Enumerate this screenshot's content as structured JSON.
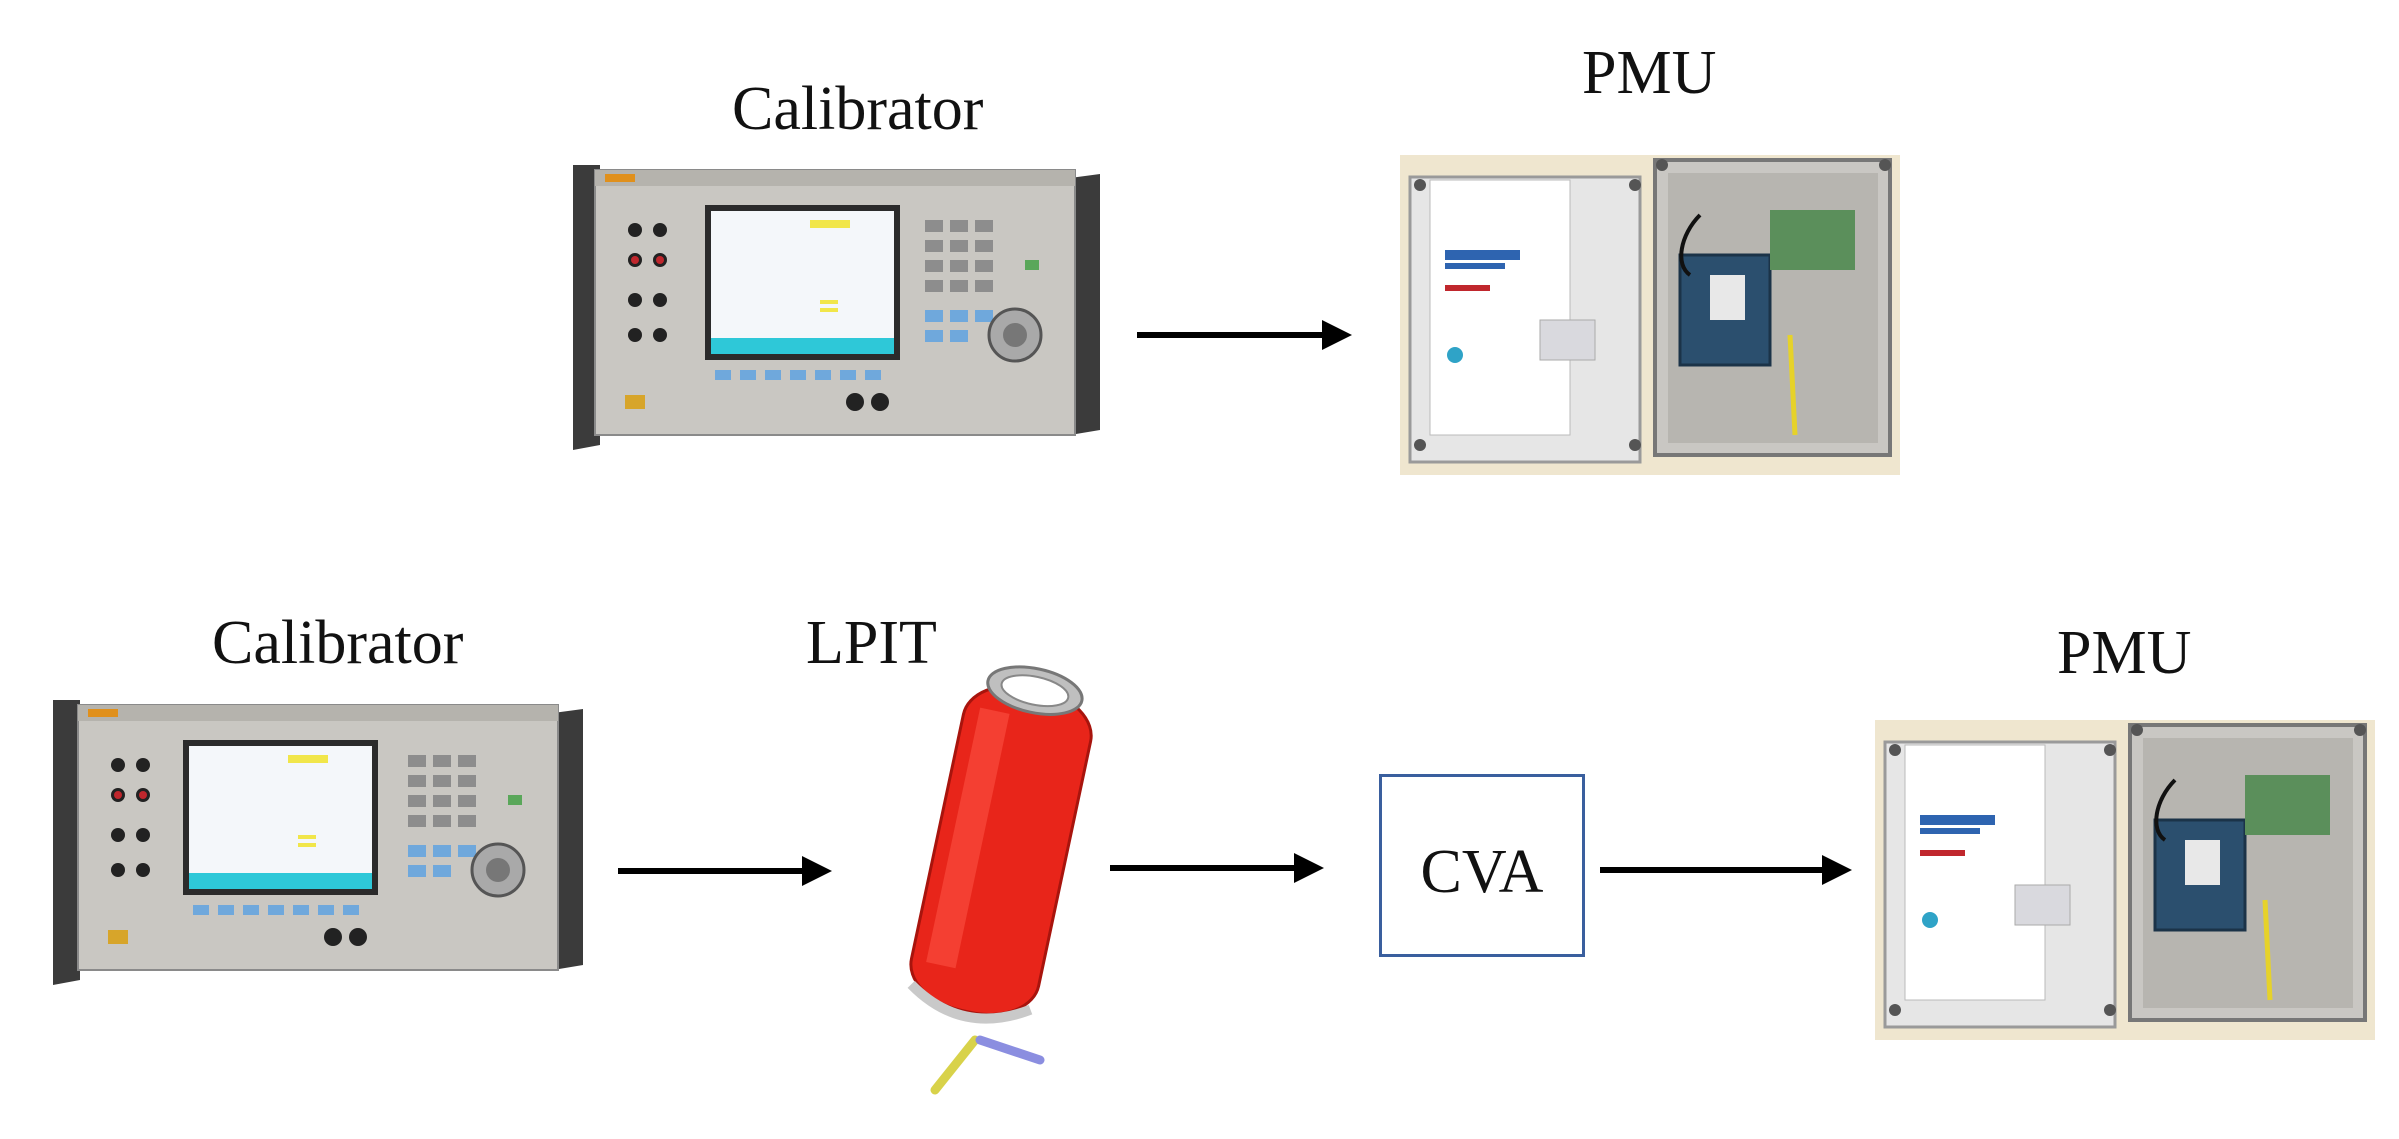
{
  "diagram": {
    "top_row": {
      "calibrator_label": "Calibrator",
      "pmu_label": "PMU"
    },
    "bottom_row": {
      "calibrator_label": "Calibrator",
      "lpit_label": "LPIT",
      "cva_label": "CVA",
      "pmu_label": "PMU"
    },
    "colors": {
      "arrow": "#000000",
      "cva_border": "#3a5f9e",
      "lpit_body": "#e8251a",
      "calibrator_screen": "#dff0f8",
      "pmu_enclosure": "#e6e6e6"
    }
  }
}
